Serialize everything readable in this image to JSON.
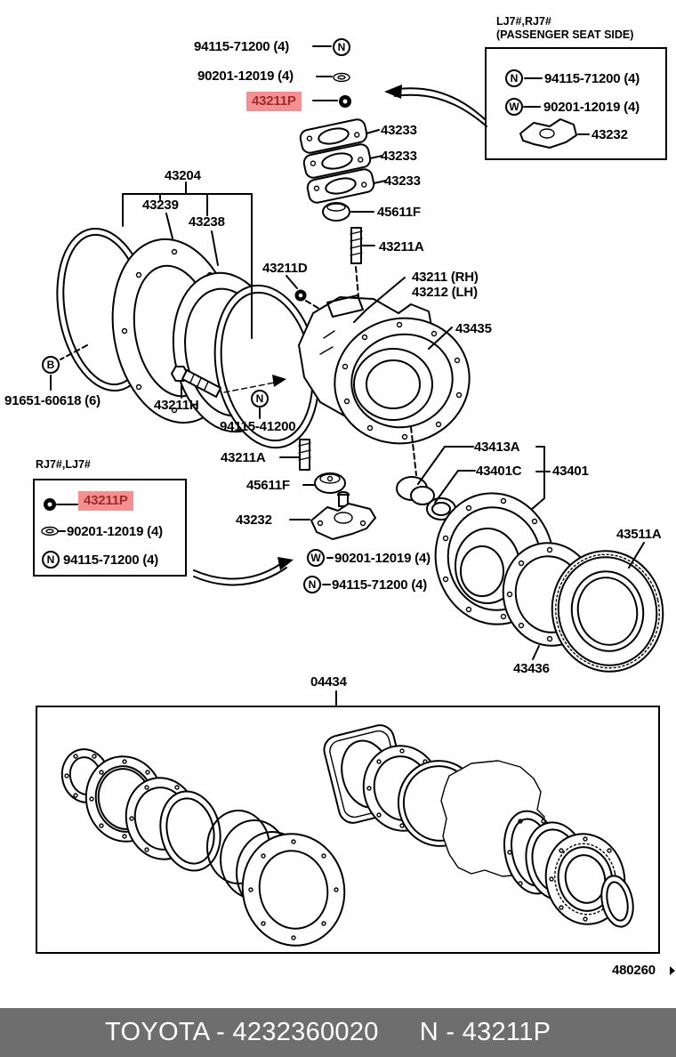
{
  "labels": {
    "nut_top": "94115-71200 (4)",
    "washer_top": "90201-12019 (4)",
    "p43211P": "43211P",
    "g43233": "43233",
    "p45611F": "45611F",
    "p43211A": "43211A",
    "p43211_rh": "43211 (RH)",
    "p43212_lh": "43212 (LH)",
    "p43435": "43435",
    "p43204": "43204",
    "p43239": "43239",
    "p43238": "43238",
    "p43211D": "43211D",
    "p91651": "91651-60618 (6)",
    "p43211H": "43211H",
    "p94115_41200": "94115-41200",
    "washer_mid": "90201-12019 (4)",
    "nut_mid": "94115-71200 (4)",
    "p43413A": "43413A",
    "p43401C": "43401C",
    "p43401": "43401",
    "p43511A": "43511A",
    "p43436": "43436",
    "p43232": "43232",
    "p04434": "04434",
    "sheet_no": "480260"
  },
  "glyphs": {
    "n": "N",
    "w": "W",
    "b": "B"
  },
  "inset_top_right": {
    "line1": "LJ7#,RJ7#",
    "line2": "(PASSENGER SEAT SIDE)",
    "row1": "94115-71200 (4)",
    "row2": "90201-12019 (4)",
    "row3": "43232"
  },
  "inset_left": {
    "title": "RJ7#,LJ7#",
    "row1": "43211P",
    "row2": "90201-12019 (4)",
    "row3": "94115-71200 (4)"
  },
  "footer": {
    "brand_part": "TOYOTA - 4232360020",
    "ref": "N - 43211P"
  },
  "colors": {
    "highlight_bg": "#F59090",
    "highlight_text": "#9E2B2B",
    "footer_bg": "#6E6E6E",
    "line": "#000000"
  }
}
